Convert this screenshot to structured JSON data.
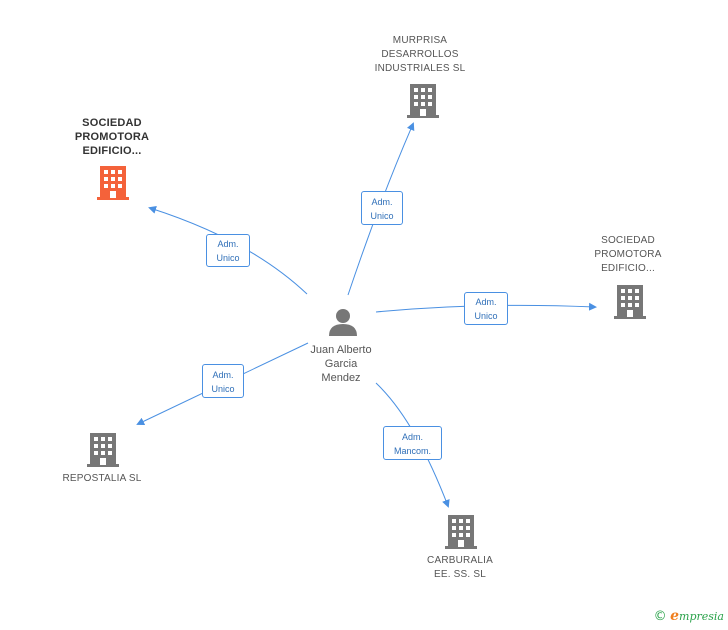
{
  "center": {
    "name_lines": [
      "Juan Alberto",
      "Garcia",
      "Mendez"
    ]
  },
  "companies": [
    {
      "id": "murprisa",
      "lines": [
        "MURPRISA",
        "DESARROLLOS",
        "INDUSTRIALES SL"
      ],
      "color": "#777777"
    },
    {
      "id": "sociedad-1",
      "lines": [
        "SOCIEDAD",
        "PROMOTORA",
        "EDIFICIO..."
      ],
      "color": "#f4623a"
    },
    {
      "id": "sociedad-2",
      "lines": [
        "SOCIEDAD",
        "PROMOTORA",
        "EDIFICIO..."
      ],
      "color": "#777777"
    },
    {
      "id": "repostalia",
      "lines": [
        "REPOSTALIA  SL"
      ],
      "color": "#777777"
    },
    {
      "id": "carburalia",
      "lines": [
        "CARBURALIA",
        "EE.  SS.  SL"
      ],
      "color": "#777777"
    }
  ],
  "relations": [
    {
      "target": "murprisa",
      "lines": [
        "Adm.",
        "Unico"
      ]
    },
    {
      "target": "sociedad-1",
      "lines": [
        "Adm.",
        "Unico"
      ]
    },
    {
      "target": "sociedad-2",
      "lines": [
        "Adm.",
        "Unico"
      ]
    },
    {
      "target": "repostalia",
      "lines": [
        "Adm.",
        "Unico"
      ]
    },
    {
      "target": "carburalia",
      "lines": [
        "Adm.",
        "Mancom."
      ]
    }
  ],
  "footer": {
    "copyright": "©",
    "brand_initial": "e",
    "brand_rest": "mpresia"
  },
  "colors": {
    "edge": "#4a90e2",
    "building_gray": "#777777",
    "building_highlight": "#f4623a",
    "person": "#777777"
  }
}
